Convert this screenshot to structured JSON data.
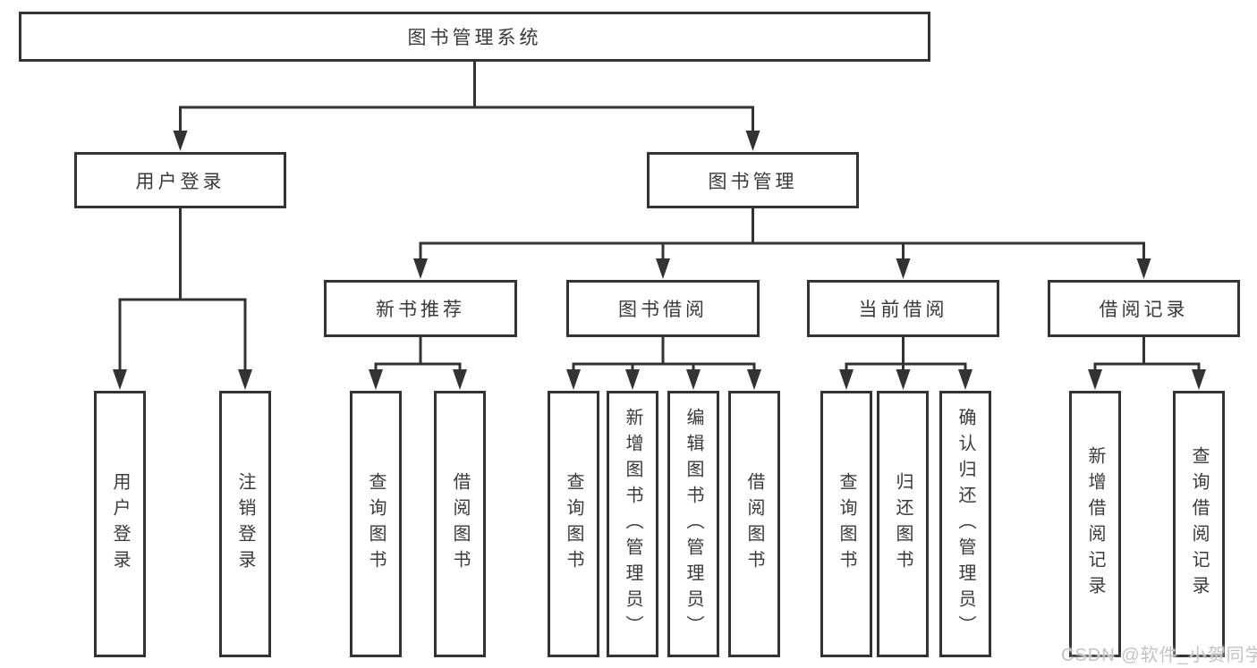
{
  "colors": {
    "line": "#333333",
    "text": "#3a3a3a",
    "watermark": "#c3c3c3",
    "background": "#ffffff"
  },
  "tree": {
    "root": {
      "label": "图书管理系统"
    },
    "children": [
      {
        "label": "用户登录",
        "children": [
          {
            "label": "用户登录"
          },
          {
            "label": "注销登录"
          }
        ]
      },
      {
        "label": "图书管理",
        "children": [
          {
            "label": "新书推荐",
            "children": [
              {
                "label": "查询图书"
              },
              {
                "label": "借阅图书"
              }
            ]
          },
          {
            "label": "图书借阅",
            "children": [
              {
                "label": "查询图书"
              },
              {
                "label": "新增图书（管理员）"
              },
              {
                "label": "编辑图书（管理员）"
              },
              {
                "label": "借阅图书"
              }
            ]
          },
          {
            "label": "当前借阅",
            "children": [
              {
                "label": "查询图书"
              },
              {
                "label": "归还图书"
              },
              {
                "label": "确认归还（管理员）"
              }
            ]
          },
          {
            "label": "借阅记录",
            "children": [
              {
                "label": "新增借阅记录"
              },
              {
                "label": "查询借阅记录"
              }
            ]
          }
        ]
      }
    ]
  },
  "watermark": {
    "text": "CSDN @软件_小贺同学"
  }
}
